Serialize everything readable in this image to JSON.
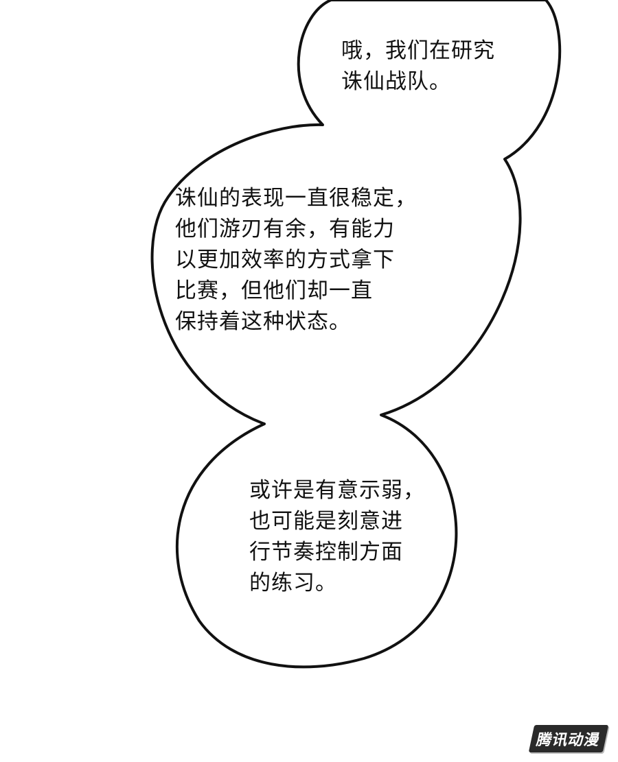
{
  "bubble_top": {
    "lines": [
      "哦，我们在研究",
      "诛仙战队。"
    ]
  },
  "bubble_middle": {
    "lines": [
      "诛仙的表现一直很稳定，",
      "他们游刃有余，有能力",
      "以更加效率的方式拿下",
      "比赛，但他们却一直",
      "保持着这种状态。"
    ]
  },
  "bubble_bottom": {
    "lines": [
      "或许是有意示弱，",
      "也可能是刻意进",
      "行节奏控制方面",
      "的练习。"
    ]
  },
  "watermark": {
    "text": "腾讯动漫"
  },
  "colors": {
    "background": "#ffffff",
    "outline": "#111111",
    "text": "#111111"
  }
}
